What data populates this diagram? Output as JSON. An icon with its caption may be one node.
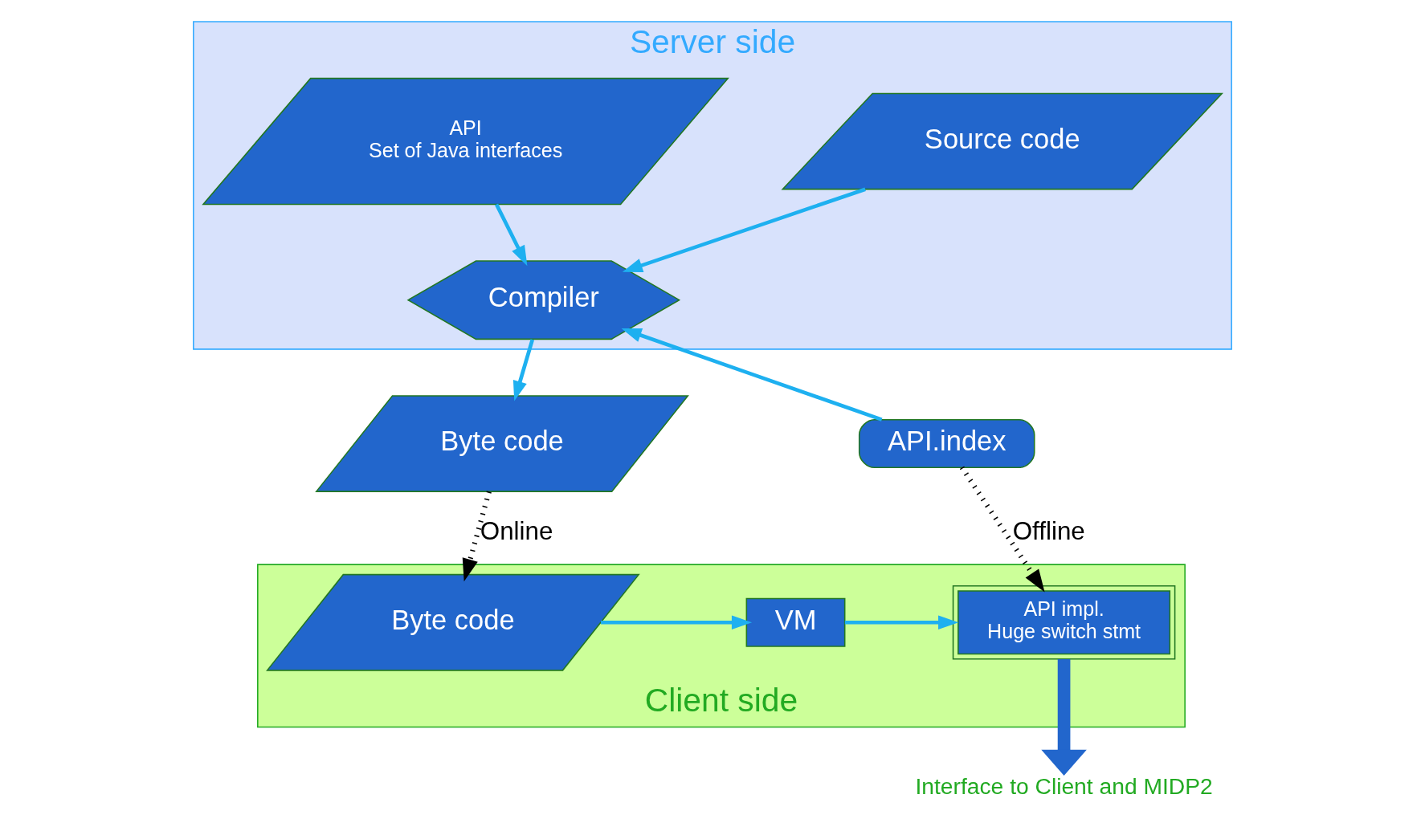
{
  "diagram": {
    "nodes": [
      {
        "text": [
          "Server side"
        ]
      },
      {
        "text": [
          "Source code"
        ],
        "in": 0
      },
      {
        "text": [
          "API",
          "Set of Java interfaces"
        ],
        "in": 0
      },
      {
        "text": [
          "Compiler"
        ],
        "in": 0
      },
      {
        "text": [
          "Byte code"
        ]
      },
      {
        "text": [
          "API.index"
        ]
      },
      {
        "text": [
          "Client side"
        ]
      },
      {
        "text": [
          "Byte code"
        ],
        "in": 6
      },
      {
        "text": [
          "VM"
        ],
        "in": 6
      },
      {
        "text": [
          "API impl.",
          "Huge switch stmt"
        ],
        "in": 6
      },
      {
        "text": [
          "Interface to Client and MIDP2"
        ]
      }
    ],
    "edges": [
      {
        "from": 1,
        "to": 3,
        "arrow": "to"
      },
      {
        "from": 2,
        "to": 3,
        "arrow": "to"
      },
      {
        "from": 5,
        "to": 3,
        "arrow": "to"
      },
      {
        "from": 3,
        "to": 4,
        "arrow": "to"
      },
      {
        "from": 4,
        "to": 7,
        "arrow": "to",
        "label": "Online",
        "style": "dashed",
        "color": "#000000"
      },
      {
        "from": 5,
        "to": 9,
        "arrow": "to",
        "label": "Offline",
        "style": "dashed",
        "color": "#000000"
      },
      {
        "from": 7,
        "to": 8,
        "arrow": "to"
      },
      {
        "from": 8,
        "to": 9,
        "arrow": "to"
      },
      {
        "from": 9,
        "to": 10,
        "arrow": "to",
        "style": "thick",
        "color": "#2266cc"
      }
    ]
  }
}
